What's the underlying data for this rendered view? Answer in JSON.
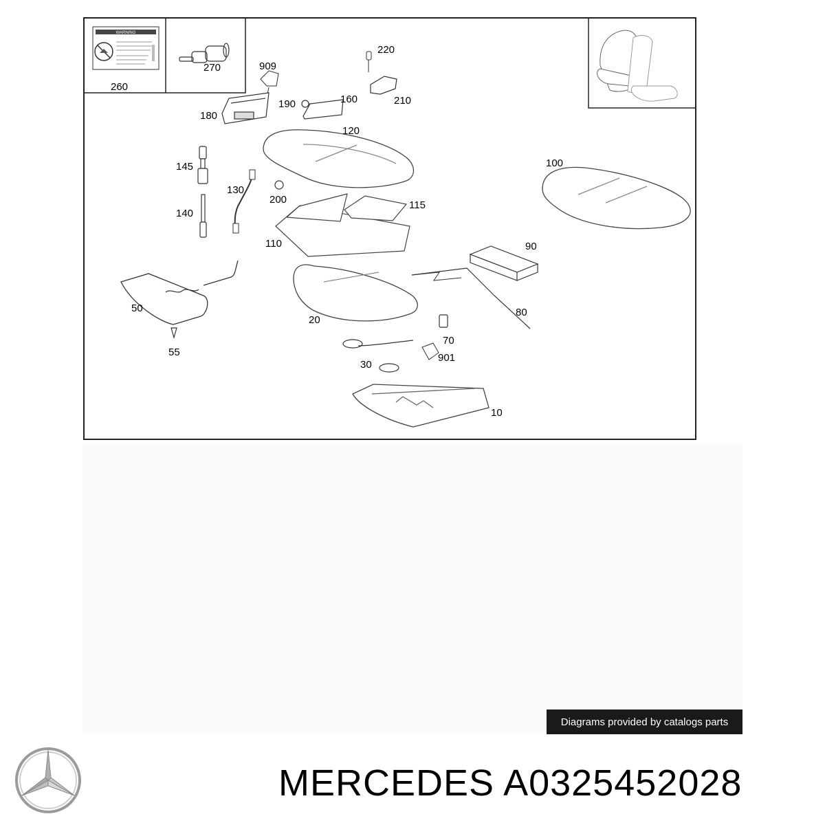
{
  "diagram": {
    "warning_label": {
      "heading": "WARNING"
    },
    "callouts": [
      {
        "id": "260",
        "label": "260"
      },
      {
        "id": "270",
        "label": "270"
      },
      {
        "id": "909",
        "label": "909"
      },
      {
        "id": "220",
        "label": "220"
      },
      {
        "id": "180",
        "label": "180"
      },
      {
        "id": "190",
        "label": "190"
      },
      {
        "id": "160",
        "label": "160"
      },
      {
        "id": "210",
        "label": "210"
      },
      {
        "id": "120",
        "label": "120"
      },
      {
        "id": "145",
        "label": "145"
      },
      {
        "id": "130",
        "label": "130"
      },
      {
        "id": "200",
        "label": "200"
      },
      {
        "id": "115",
        "label": "115"
      },
      {
        "id": "140",
        "label": "140"
      },
      {
        "id": "110",
        "label": "110"
      },
      {
        "id": "100",
        "label": "100"
      },
      {
        "id": "90",
        "label": "90"
      },
      {
        "id": "50",
        "label": "50"
      },
      {
        "id": "20",
        "label": "20"
      },
      {
        "id": "80",
        "label": "80"
      },
      {
        "id": "70",
        "label": "70"
      },
      {
        "id": "55",
        "label": "55"
      },
      {
        "id": "901",
        "label": "901"
      },
      {
        "id": "30",
        "label": "30"
      },
      {
        "id": "10",
        "label": "10"
      }
    ]
  },
  "credit": "Diagrams provided by catalogs parts",
  "brand": "MERCEDES",
  "part_number": "A0325452028",
  "logo_icon": "mercedes-star-icon"
}
